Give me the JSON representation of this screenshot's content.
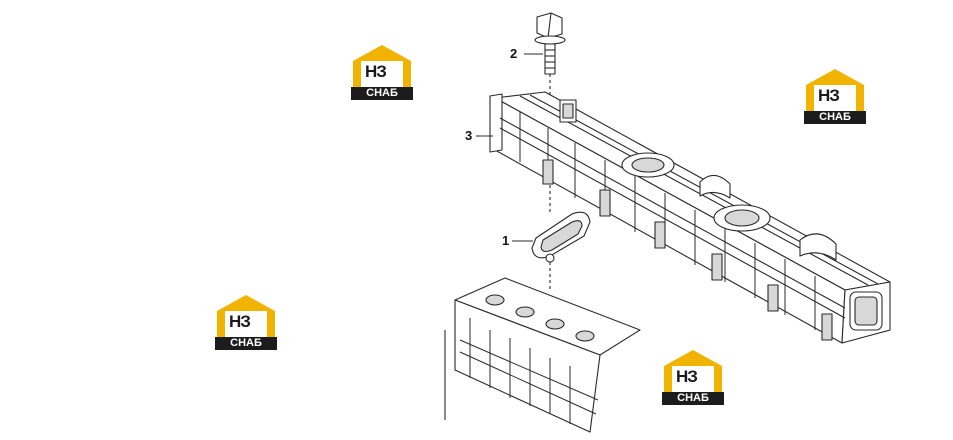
{
  "callouts": [
    {
      "id": "gasket",
      "label": "1"
    },
    {
      "id": "bolt",
      "label": "2"
    },
    {
      "id": "manifold",
      "label": "3"
    }
  ],
  "watermark": {
    "mark": "НЗ",
    "caption": "СНАБ",
    "colors": {
      "gold": "#f0b400",
      "dark": "#1c1c1c"
    }
  },
  "colors": {
    "line": "#2a2a2a",
    "fill": "#ffffff",
    "shade": "#d8d8d8"
  }
}
